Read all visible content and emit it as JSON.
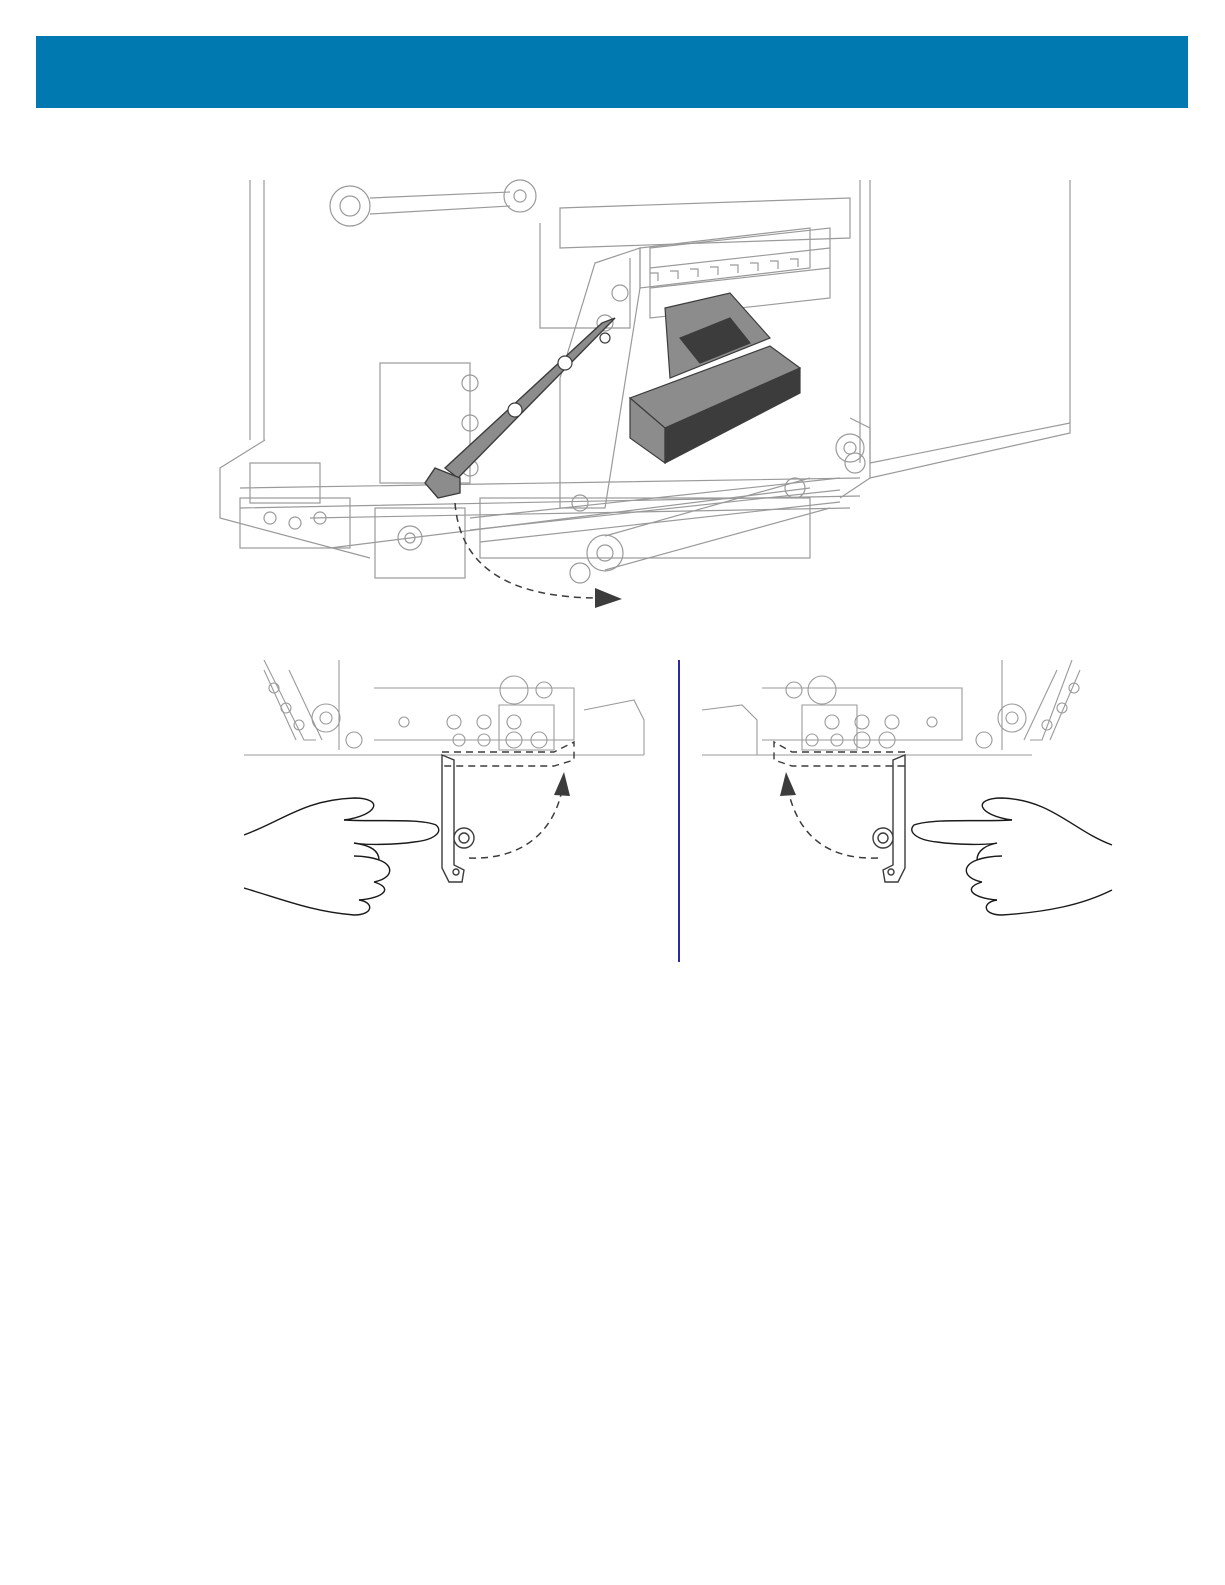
{
  "colors": {
    "header_bar": "#0079b0",
    "divider": "#2b2ba0",
    "line_art": "#9a9a9a",
    "line_art_dark": "#3c3c3c",
    "component_fill": "#8c8c8c"
  },
  "header": {
    "text": ""
  },
  "figures": {
    "main": {
      "icon": "printhead-open-lever-illustration",
      "arrow": "curved-dashed-arrow-down"
    },
    "left": {
      "icon": "left-hand-rotate-lever-illustration",
      "arrow": "curved-dashed-arrow-up"
    },
    "right": {
      "icon": "right-hand-rotate-lever-illustration",
      "arrow": "curved-dashed-arrow-up"
    }
  }
}
